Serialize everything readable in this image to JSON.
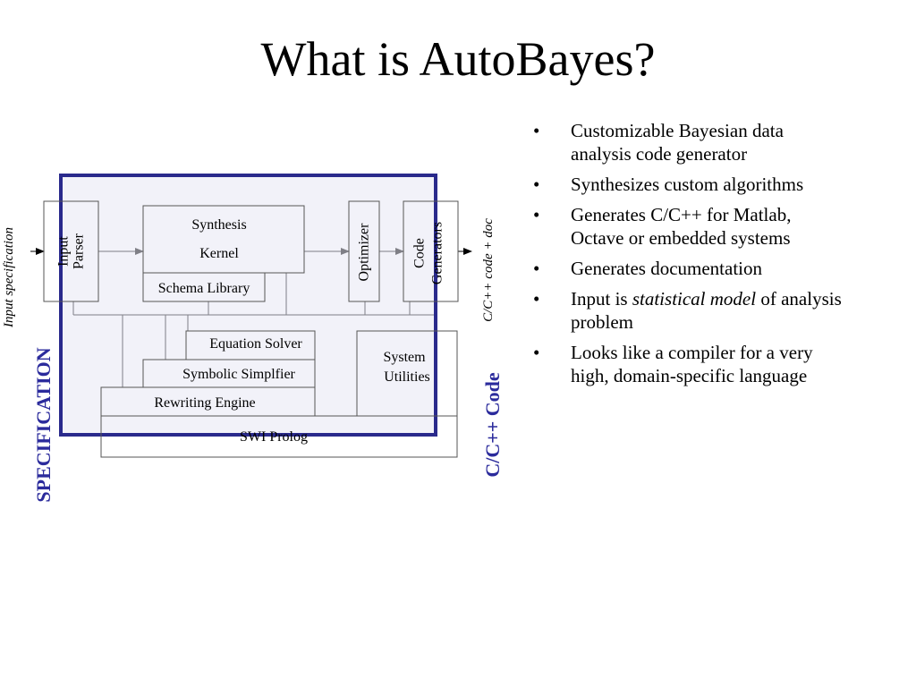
{
  "slide": {
    "title": "What is AutoBayes?"
  },
  "bullets": [
    {
      "lines": [
        "Customizable Bayesian data",
        "analysis code generator"
      ]
    },
    {
      "lines": [
        "Synthesizes custom algorithms"
      ]
    },
    {
      "lines": [
        "Generates C/C++ for Matlab,",
        "Octave or embedded systems"
      ]
    },
    {
      "lines": [
        "Generates documentation"
      ]
    },
    {
      "pre": "Input is ",
      "em": "statistical model",
      "post": " of analysis",
      "line2": "problem"
    },
    {
      "lines": [
        "Looks like a compiler for a very",
        "high, domain-specific language"
      ]
    }
  ],
  "bullet_symbol": "•",
  "diagram": {
    "input_label": "Input specification",
    "output_label": "C/C++ code + doc",
    "spec_label": "SPECIFICATION",
    "code_label": "C/C++ Code",
    "input_parser": [
      "Input",
      "Parser"
    ],
    "synthesis": "Synthesis",
    "kernel": "Kernel",
    "schema_library": "Schema Library",
    "optimizer": "Optimizer",
    "code_generators": [
      "Code",
      "Generators"
    ],
    "equation_solver": "Equation Solver",
    "symbolic_simplifier": "Symbolic Simplfier",
    "rewriting_engine": "Rewriting Engine",
    "system_utilities": [
      "System",
      "Utilities"
    ],
    "swi_prolog": "SWI Prolog",
    "colors": {
      "highlight_border": "#2a2a8c",
      "highlight_fill": "#e8e8f4",
      "label_blue": "#2b2b9c"
    }
  }
}
